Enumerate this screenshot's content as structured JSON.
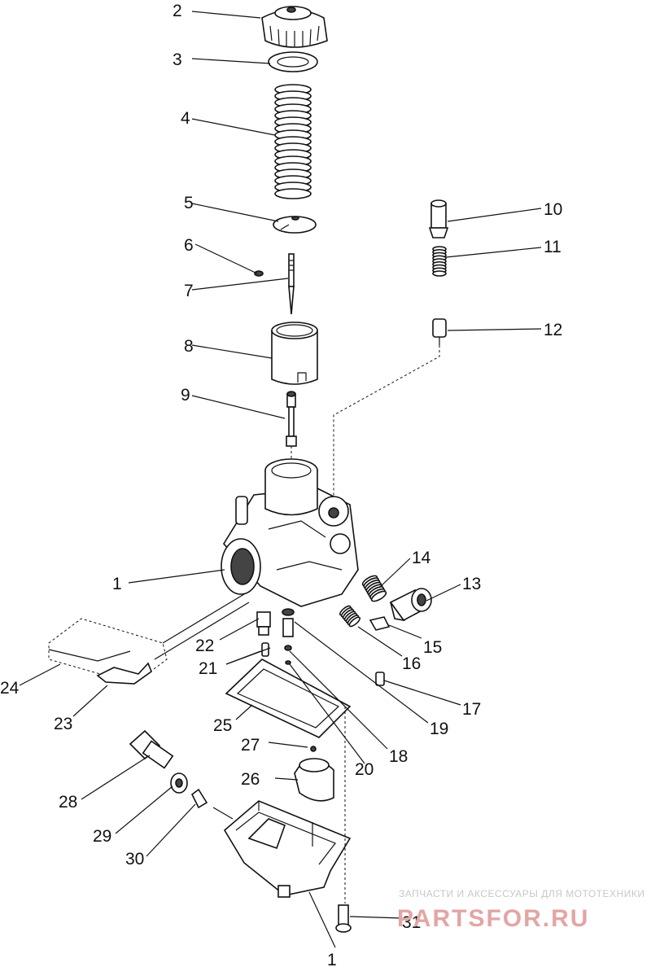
{
  "callouts": [
    {
      "id": "c2",
      "text": "2"
    },
    {
      "id": "c3",
      "text": "3"
    },
    {
      "id": "c4",
      "text": "4"
    },
    {
      "id": "c5",
      "text": "5"
    },
    {
      "id": "c6",
      "text": "6"
    },
    {
      "id": "c7",
      "text": "7"
    },
    {
      "id": "c8",
      "text": "8"
    },
    {
      "id": "c9",
      "text": "9"
    },
    {
      "id": "c10",
      "text": "10"
    },
    {
      "id": "c11",
      "text": "11"
    },
    {
      "id": "c12",
      "text": "12"
    },
    {
      "id": "c1a",
      "text": "1"
    },
    {
      "id": "c14",
      "text": "14"
    },
    {
      "id": "c13",
      "text": "13"
    },
    {
      "id": "c15",
      "text": "15"
    },
    {
      "id": "c16",
      "text": "16"
    },
    {
      "id": "c22",
      "text": "22"
    },
    {
      "id": "c21",
      "text": "21"
    },
    {
      "id": "c17",
      "text": "17"
    },
    {
      "id": "c24",
      "text": "24"
    },
    {
      "id": "c23",
      "text": "23"
    },
    {
      "id": "c19",
      "text": "19"
    },
    {
      "id": "c25",
      "text": "25"
    },
    {
      "id": "c18",
      "text": "18"
    },
    {
      "id": "c27",
      "text": "27"
    },
    {
      "id": "c20",
      "text": "20"
    },
    {
      "id": "c26",
      "text": "26"
    },
    {
      "id": "c28",
      "text": "28"
    },
    {
      "id": "c29",
      "text": "29"
    },
    {
      "id": "c30",
      "text": "30"
    },
    {
      "id": "c31",
      "text": "31"
    },
    {
      "id": "c1b",
      "text": "1"
    }
  ],
  "watermark": {
    "line1": "ЗАПЧАСТИ И АКСЕССУАРЫ ДЛЯ МОТОТЕХНИКИ",
    "line2": "PARTSFOR.RU"
  },
  "colors": {
    "ink": "#111111",
    "background": "#ffffff",
    "watermark_red": "#e3a5a5",
    "watermark_grey": "#c8c8c8"
  }
}
